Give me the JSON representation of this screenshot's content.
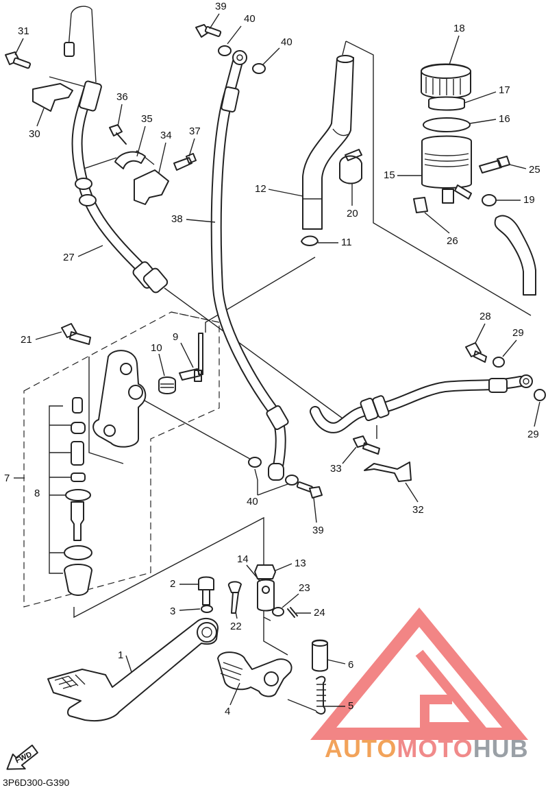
{
  "diagram_code": "3P6D300-G390",
  "fwd_label": "FWD",
  "watermark": {
    "part1": "AUTO",
    "part2": "MOTO",
    "part3": "HUB",
    "color1": "#f2a35a",
    "color2": "#f08a8a",
    "color3": "#9aa0a6",
    "logo_color": "#f07070"
  },
  "callouts": {
    "c1": "1",
    "c2": "2",
    "c3": "3",
    "c4": "4",
    "c5": "5",
    "c6": "6",
    "c7": "7",
    "c8": "8",
    "c9": "9",
    "c10": "10",
    "c11": "11",
    "c12": "12",
    "c13": "13",
    "c14": "14",
    "c15": "15",
    "c16": "16",
    "c17": "17",
    "c18": "18",
    "c19": "19",
    "c20": "20",
    "c21": "21",
    "c22": "22",
    "c23": "23",
    "c24": "24",
    "c25": "25",
    "c26": "26",
    "c27": "27",
    "c28": "28",
    "c29a": "29",
    "c29b": "29",
    "c30": "30",
    "c31": "31",
    "c32": "32",
    "c33": "33",
    "c34": "34",
    "c35": "35",
    "c36": "36",
    "c37": "37",
    "c38": "38",
    "c39a": "39",
    "c39b": "39",
    "c40a": "40",
    "c40b": "40",
    "c40c": "40"
  }
}
